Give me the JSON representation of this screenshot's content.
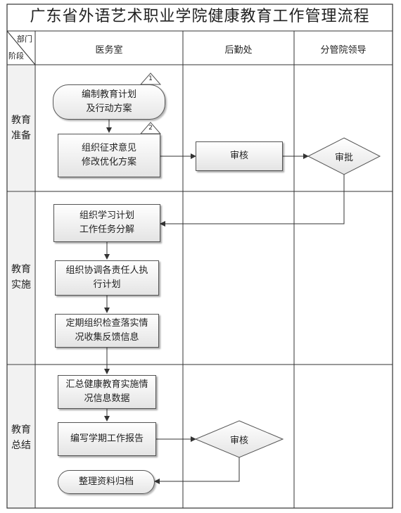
{
  "title": "广东省外语艺术职业学院健康教育工作管理流程",
  "corner": {
    "top": "部门",
    "bottom": "阶段"
  },
  "columns": [
    "医务室",
    "后勤处",
    "分管院领导"
  ],
  "phases": [
    {
      "line1": "教育",
      "line2": "准备"
    },
    {
      "line1": "教育",
      "line2": "实施"
    },
    {
      "line1": "教育",
      "line2": "总结"
    }
  ],
  "nodes": {
    "n1": {
      "line1": "编制教育计划",
      "line2": "及行动方案",
      "badge": "1"
    },
    "n2": {
      "line1": "组织征求意见",
      "line2": "修改优化方案",
      "badge": "2"
    },
    "n3": {
      "label": "审核"
    },
    "n4": {
      "label": "审批"
    },
    "n5": {
      "line1": "组织学习计划",
      "line2": "工作任务分解"
    },
    "n6": {
      "line1": "组织协调各责任人执",
      "line2": "行计划"
    },
    "n7": {
      "line1": "定期组织检查落实情",
      "line2": "况收集反馈信息"
    },
    "n8": {
      "line1": "汇总健康教育实施情",
      "line2": "况信息数据"
    },
    "n9": {
      "label": "编写学期工作报告"
    },
    "n10": {
      "label": "审核"
    },
    "n11": {
      "label": "整理资料归档"
    }
  }
}
